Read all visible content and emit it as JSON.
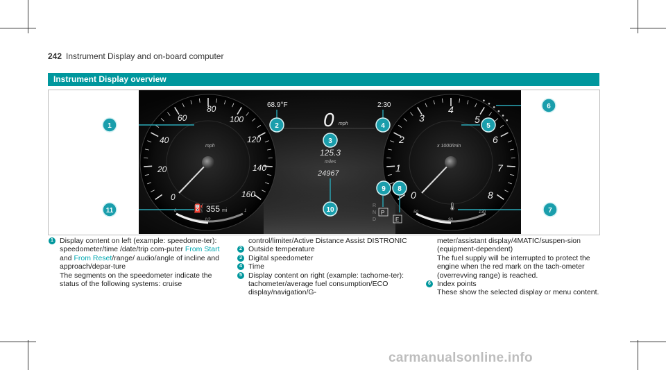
{
  "header": {
    "page_number": "242",
    "title": "Instrument Display and on-board computer"
  },
  "section": {
    "title": "Instrument Display overview"
  },
  "cluster": {
    "speedo_ticks": [
      "0",
      "20",
      "40",
      "60",
      "80",
      "100",
      "120",
      "140",
      "160"
    ],
    "speedo_unit": "mph",
    "temperature": "68.9°F",
    "digital_speed": "0",
    "digital_speed_unit": "mph",
    "trip_value": "125.3",
    "trip_unit": "miles",
    "odometer": "24967",
    "time": "2:30",
    "tacho_ticks": [
      "0",
      "1",
      "2",
      "3",
      "4",
      "5",
      "6",
      "7",
      "8"
    ],
    "tacho_unit": "x 1000/min",
    "range_value": "355",
    "range_unit": "mi",
    "fuel_half": "1/2",
    "fuel_zero": "0",
    "fuel_one": "1",
    "gears": [
      "R",
      "N",
      "D"
    ],
    "gear_selected": "P",
    "eco_mode": "E",
    "temp_ticks": [
      "50",
      "90",
      "130"
    ]
  },
  "callouts": [
    "1",
    "2",
    "3",
    "4",
    "5",
    "6",
    "7",
    "8",
    "9",
    "10",
    "11"
  ],
  "legend": {
    "item1": {
      "number": "1",
      "text_a": "Display content on left (example: speedome-ter): speedometer/time /date/trip com-puter",
      "link1": "From Start",
      "and": "and",
      "link2": "From Reset",
      "text_b": "/range/ audio/angle of incline and approach/depar-ture",
      "para": "The segments on the speedometer indicate the status of the following systems: cruise"
    },
    "item1_cont": "control/limiter/Active Distance Assist DISTRONIC",
    "item2": {
      "number": "2",
      "text": "Outside temperature"
    },
    "item3": {
      "number": "3",
      "text": "Digital speedometer"
    },
    "item4": {
      "number": "4",
      "text": "Time"
    },
    "item5": {
      "number": "5",
      "text": "Display content on right (example: tachome-ter): tachometer/average fuel consumption/ECO display/navigation/G-"
    },
    "item5_cont": "meter/assistant display/4MATIC/suspen-sion (equipment-dependent)",
    "item5_para": "The fuel supply will be interrupted to protect the engine when the red mark on the tach-ometer (overrevving range) is reached.",
    "item6": {
      "number": "6",
      "text": "Index points",
      "para": "These show the selected display or menu content."
    }
  },
  "watermark": "carmanualsonline.info"
}
